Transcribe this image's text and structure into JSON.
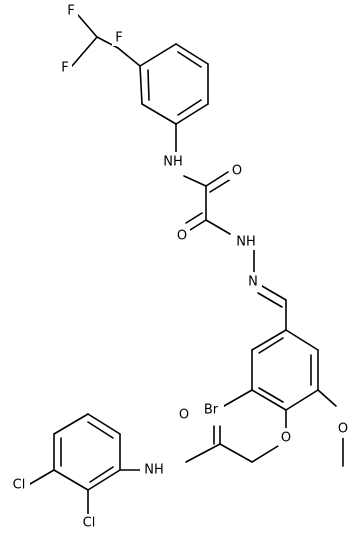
{
  "molecule": {
    "atoms": [
      {
        "id": "F1",
        "label": "F"
      },
      {
        "id": "F2",
        "label": "F"
      },
      {
        "id": "F3",
        "label": "F"
      },
      {
        "id": "N_amide1",
        "label": "NH"
      },
      {
        "id": "O_1",
        "label": "O"
      },
      {
        "id": "O_2",
        "label": "O"
      },
      {
        "id": "N_hydrazide",
        "label": "NH"
      },
      {
        "id": "N_imine",
        "label": "N"
      },
      {
        "id": "Br",
        "label": "Br"
      },
      {
        "id": "O_methoxy",
        "label": "O"
      },
      {
        "id": "O_ether",
        "label": "O"
      },
      {
        "id": "O_3",
        "label": "O"
      },
      {
        "id": "N_amide2",
        "label": "NH"
      },
      {
        "id": "Cl1",
        "label": "Cl"
      },
      {
        "id": "Cl2",
        "label": "Cl"
      }
    ]
  }
}
